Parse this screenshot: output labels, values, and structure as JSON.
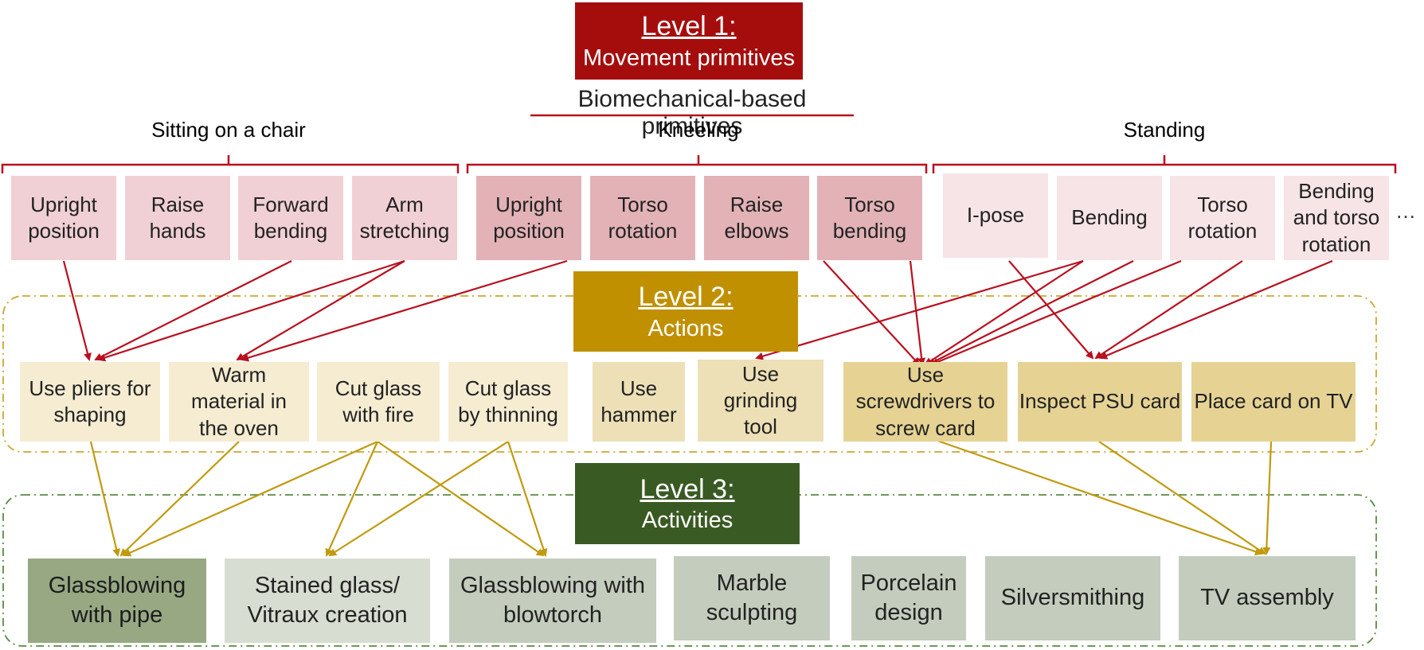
{
  "levels": {
    "level1": {
      "title": "Level 1:",
      "subtitle": "Movement primitives"
    },
    "level2": {
      "title": "Level 2:",
      "subtitle": "Actions"
    },
    "level3": {
      "title": "Level 3:",
      "subtitle": "Activities"
    }
  },
  "primitives_heading": "Biomechanical-based primitives",
  "postures": {
    "sitting": "Sitting on a chair",
    "kneeling": "Kneeling",
    "standing": "Standing"
  },
  "primitives": {
    "sitting": [
      "Upright position",
      "Raise hands",
      "Forward bending",
      "Arm stretching"
    ],
    "kneeling": [
      "Upright position",
      "Torso rotation",
      "Raise elbows",
      "Torso bending"
    ],
    "standing": [
      "I-pose",
      "Bending",
      "Torso rotation",
      "Bending and torso rotation"
    ]
  },
  "ellipsis": "…",
  "actions": [
    "Use pliers for shaping",
    "Warm material in the oven",
    "Cut glass with fire",
    "Cut glass by thinning",
    "Use hammer",
    "Use grinding tool",
    "Use screwdrivers to screw card",
    "Inspect PSU card",
    "Place card on TV"
  ],
  "activities": [
    "Glassblowing with pipe",
    "Stained glass/ Vitraux creation",
    "Glassblowing with blowtorch",
    "Marble sculpting",
    "Porcelain design",
    "Silversmithing",
    "TV assembly"
  ],
  "colors": {
    "level1": "#a50d0d",
    "level2": "#c09000",
    "level3": "#3a5a24",
    "red_arrow": "#b8101e",
    "gold_arrow": "#c09a10"
  }
}
